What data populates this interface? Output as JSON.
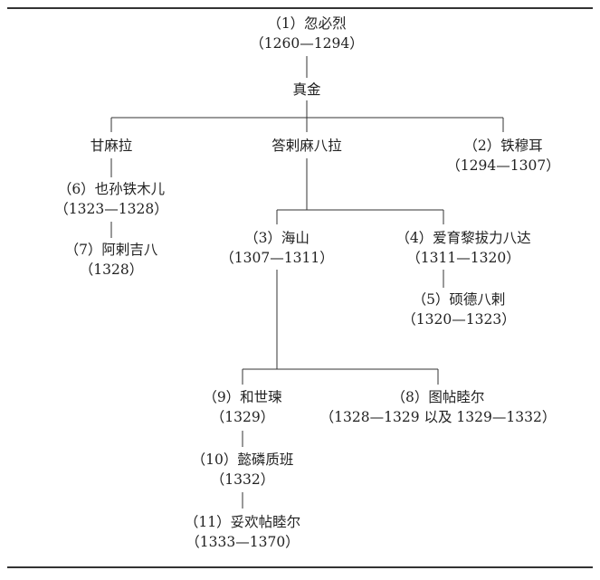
{
  "nodes": [
    {
      "id": "kublai",
      "line1": "（1）忽必烈",
      "line2": "（1260—1294）"
    },
    {
      "id": "zhenjin",
      "line1": "真金",
      "line2": ""
    },
    {
      "id": "gamala",
      "line1": "甘麻拉",
      "line2": ""
    },
    {
      "id": "darmabala",
      "line1": "答剌麻八拉",
      "line2": ""
    },
    {
      "id": "temur",
      "line1": "（2）铁穆耳",
      "line2": "（1294—1307）"
    },
    {
      "id": "yesun",
      "line1": "（6）也孙铁木儿",
      "line2": "（1323—1328）"
    },
    {
      "id": "ragibagh",
      "line1": "（7）阿剌吉八",
      "line2": "（1328）"
    },
    {
      "id": "haishan",
      "line1": "（3）海山",
      "line2": "（1307—1311）"
    },
    {
      "id": "ayurbarwada",
      "line1": "（4）爱育黎拔力八达",
      "line2": "（1311—1320）"
    },
    {
      "id": "shidebala",
      "line1": "（5）硕德八剌",
      "line2": "（1320—1323）"
    },
    {
      "id": "kusala",
      "line1": "（9）和世瑓",
      "line2": "（1329）"
    },
    {
      "id": "toghtemur",
      "line1": "（8）图帖睦尔",
      "line2": "（1328—1329 以及 1329—1332）"
    },
    {
      "id": "rinchinbal",
      "line1": "（10）懿磷质班",
      "line2": "（1332）"
    },
    {
      "id": "toghon",
      "line1": "（11）妥欢帖睦尔",
      "line2": "（1333—1370）"
    }
  ]
}
